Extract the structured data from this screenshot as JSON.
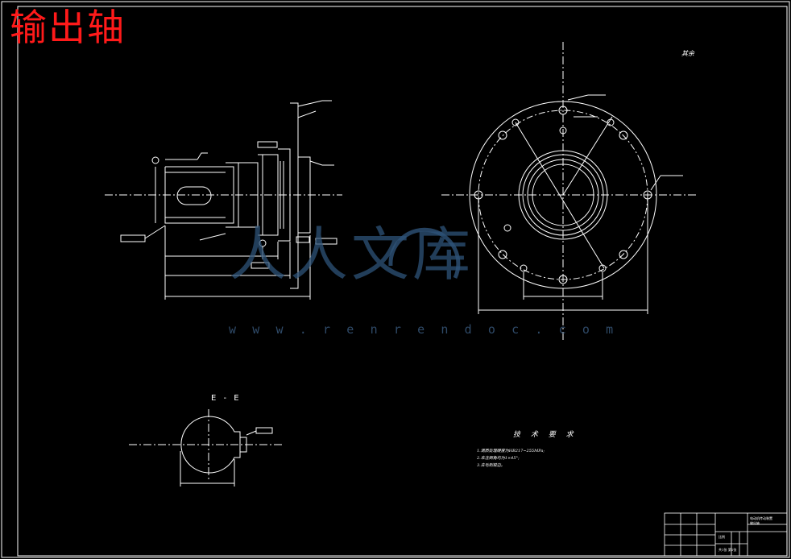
{
  "drawing": {
    "title": "输出轴",
    "section_label": "E - E",
    "top_right_note": "其余",
    "tech_requirements": {
      "heading": "技 术 要 求",
      "items": [
        "1.调质处理硬度为HB217~255MPa;",
        "2.未注倒角均为1×45°;",
        "3.去毛刺锐边。"
      ]
    },
    "title_block": {
      "name_line1": "电动机传动装置",
      "name_line2": "输出轴",
      "scale_label": "比例",
      "sheet_label": "共1张 第1张"
    }
  },
  "watermark": {
    "characters": "人人文库",
    "url": "w w w . r e n r e n d o c . c o m"
  },
  "colors": {
    "background": "#000000",
    "linework": "#ffffff",
    "title": "#ff1a1a",
    "watermark": "#2e5378"
  }
}
